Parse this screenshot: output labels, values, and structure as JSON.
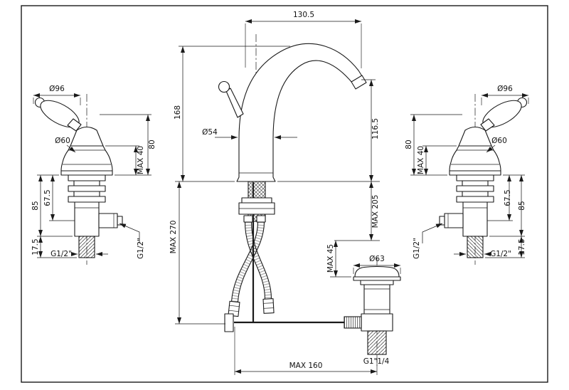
{
  "page": {
    "background": "#ffffff",
    "line_color": "#1a1a1a"
  },
  "left_handle": {
    "dia_handle": "Ø96",
    "dia_base": "Ø60",
    "height_above_deck": "80",
    "max_deck_thickness": "MAX 40",
    "height_below_deck": "85",
    "height_to_outlet": "67.5",
    "tail_length": "17.5",
    "tail_thread": "G1/2\"",
    "outlet_thread": "G1/2\""
  },
  "right_handle": {
    "dia_handle": "Ø96",
    "dia_base": "Ø60",
    "height_above_deck": "80",
    "max_deck_thickness": "MAX 40",
    "height_below_deck": "85",
    "height_to_outlet": "67.5",
    "tail_length": "17.5",
    "tail_thread": "G1/2\"",
    "outlet_thread": "G1/2\""
  },
  "spout": {
    "reach": "130.5",
    "height_total": "168",
    "height_outlet": "116.5",
    "dia_body": "Ø54",
    "max_rod_length": "MAX 270",
    "max_hose_length": "MAX 205"
  },
  "drain": {
    "dia_flange": "Ø63",
    "max_deck_thickness": "MAX 45",
    "thread": "G1\"1/4",
    "max_distance": "MAX 160"
  }
}
